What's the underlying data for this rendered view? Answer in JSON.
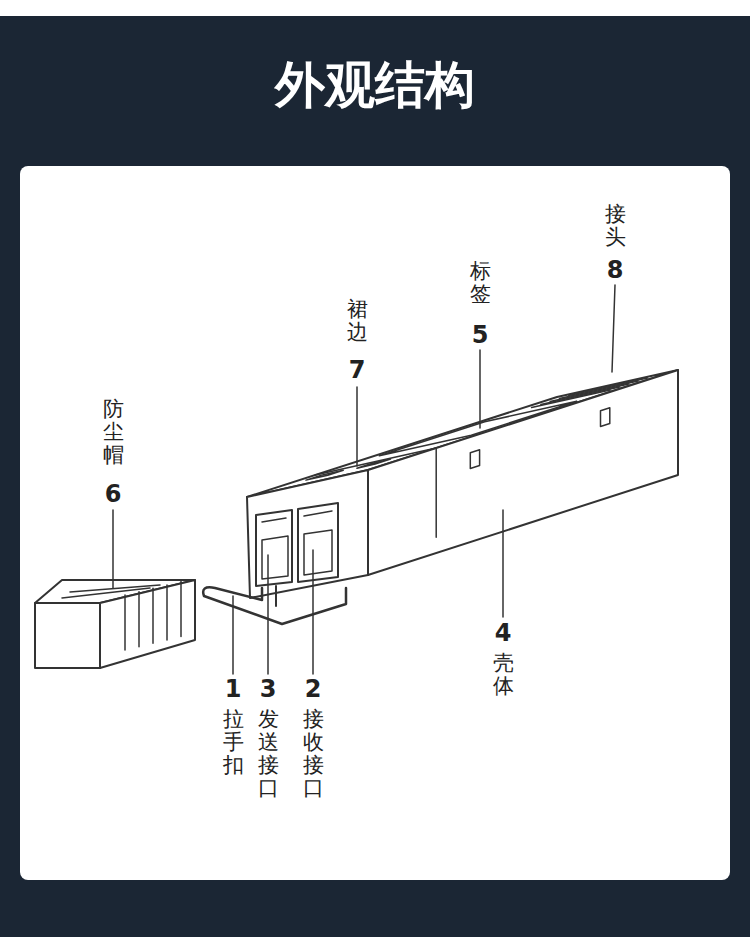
{
  "diagram": {
    "title": "外观结构",
    "labels": [
      "接头",
      "8",
      "标签",
      "5",
      "裙边",
      "7",
      "防尘帽",
      "6",
      "1",
      "拉手扣",
      "3",
      "发送接口",
      "2",
      "接收接口",
      "4",
      "壳体"
    ]
  }
}
